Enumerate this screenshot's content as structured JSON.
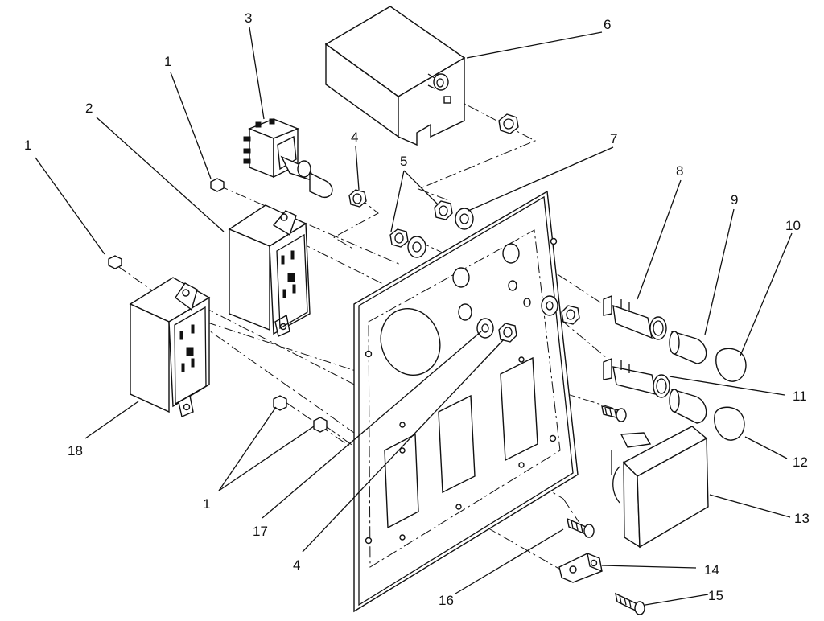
{
  "diagram": {
    "type": "exploded-parts-view",
    "callouts": [
      {
        "id": "c1a",
        "text": "1"
      },
      {
        "id": "c1b",
        "text": "1"
      },
      {
        "id": "c1c",
        "text": "1"
      },
      {
        "id": "c2",
        "text": "2"
      },
      {
        "id": "c3",
        "text": "3"
      },
      {
        "id": "c4a",
        "text": "4"
      },
      {
        "id": "c4b",
        "text": "4"
      },
      {
        "id": "c5",
        "text": "5"
      },
      {
        "id": "c6",
        "text": "6"
      },
      {
        "id": "c7",
        "text": "7"
      },
      {
        "id": "c8",
        "text": "8"
      },
      {
        "id": "c9",
        "text": "9"
      },
      {
        "id": "c10",
        "text": "10"
      },
      {
        "id": "c11",
        "text": "11"
      },
      {
        "id": "c12",
        "text": "12"
      },
      {
        "id": "c13",
        "text": "13"
      },
      {
        "id": "c14",
        "text": "14"
      },
      {
        "id": "c15",
        "text": "15"
      },
      {
        "id": "c16",
        "text": "16"
      },
      {
        "id": "c17",
        "text": "17"
      },
      {
        "id": "c18",
        "text": "18"
      }
    ]
  }
}
